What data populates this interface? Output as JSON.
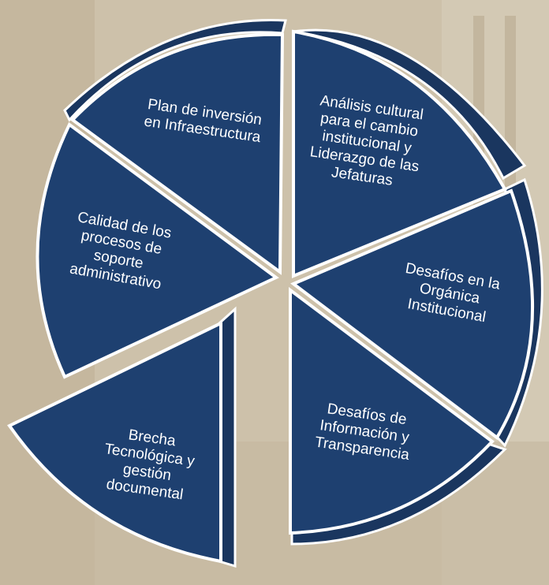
{
  "colors": {
    "segment_fill": "#1e4070",
    "segment_side": "#1a365f",
    "outline": "#ffffff",
    "background": "#cbbfa8"
  },
  "segments": [
    {
      "id": "analisis",
      "label": "Análisis cultural\npara el cambio\ninstitucional y\nLiderazgo de las\nJefaturas"
    },
    {
      "id": "organica",
      "label": "Desafíos en la\nOrgánica\nInstitucional"
    },
    {
      "id": "informacion",
      "label": "Desafíos de\nInformación y\nTransparencia"
    },
    {
      "id": "brecha",
      "label": "Brecha\nTecnológica y\ngestión\ndocumental"
    },
    {
      "id": "calidad",
      "label": "Calidad de los\nprocesos de\nsoporte\nadministrativo"
    },
    {
      "id": "plan",
      "label": "Plan de inversión\nen Infraestructura"
    }
  ]
}
